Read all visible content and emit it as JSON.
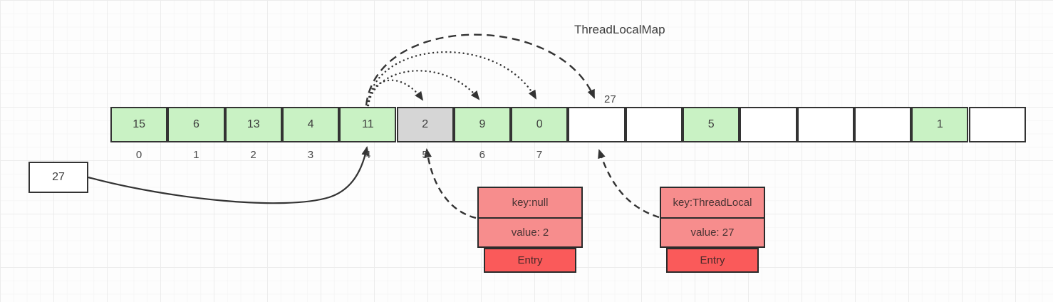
{
  "title": "ThreadLocalMap",
  "array": {
    "cells": [
      {
        "value": "15",
        "type": "green"
      },
      {
        "value": "6",
        "type": "green"
      },
      {
        "value": "13",
        "type": "green"
      },
      {
        "value": "4",
        "type": "green"
      },
      {
        "value": "11",
        "type": "green"
      },
      {
        "value": "2",
        "type": "gray"
      },
      {
        "value": "9",
        "type": "green"
      },
      {
        "value": "0",
        "type": "green"
      },
      {
        "value": "",
        "type": "empty"
      },
      {
        "value": "",
        "type": "empty"
      },
      {
        "value": "5",
        "type": "green"
      },
      {
        "value": "",
        "type": "empty"
      },
      {
        "value": "",
        "type": "empty"
      },
      {
        "value": "",
        "type": "empty"
      },
      {
        "value": "1",
        "type": "green"
      },
      {
        "value": "",
        "type": "empty"
      }
    ],
    "index_labels": [
      "0",
      "1",
      "2",
      "3",
      "4",
      "5",
      "6",
      "7"
    ]
  },
  "incoming_value_box": {
    "label": "27"
  },
  "rehash_target_label": "27",
  "entries": [
    {
      "key": "key:null",
      "value": "value: 2",
      "footer": "Entry"
    },
    {
      "key": "key:ThreadLocal",
      "value": "value: 27",
      "footer": "Entry"
    }
  ],
  "colors": {
    "green": "#c9f2c4",
    "gray": "#d6d6d6",
    "stroke": "#333333",
    "entry_light": "#f78d8d",
    "entry_dark": "#fa5a5a",
    "grid_major": "#ececec",
    "grid_minor": "#f6f6f6"
  }
}
